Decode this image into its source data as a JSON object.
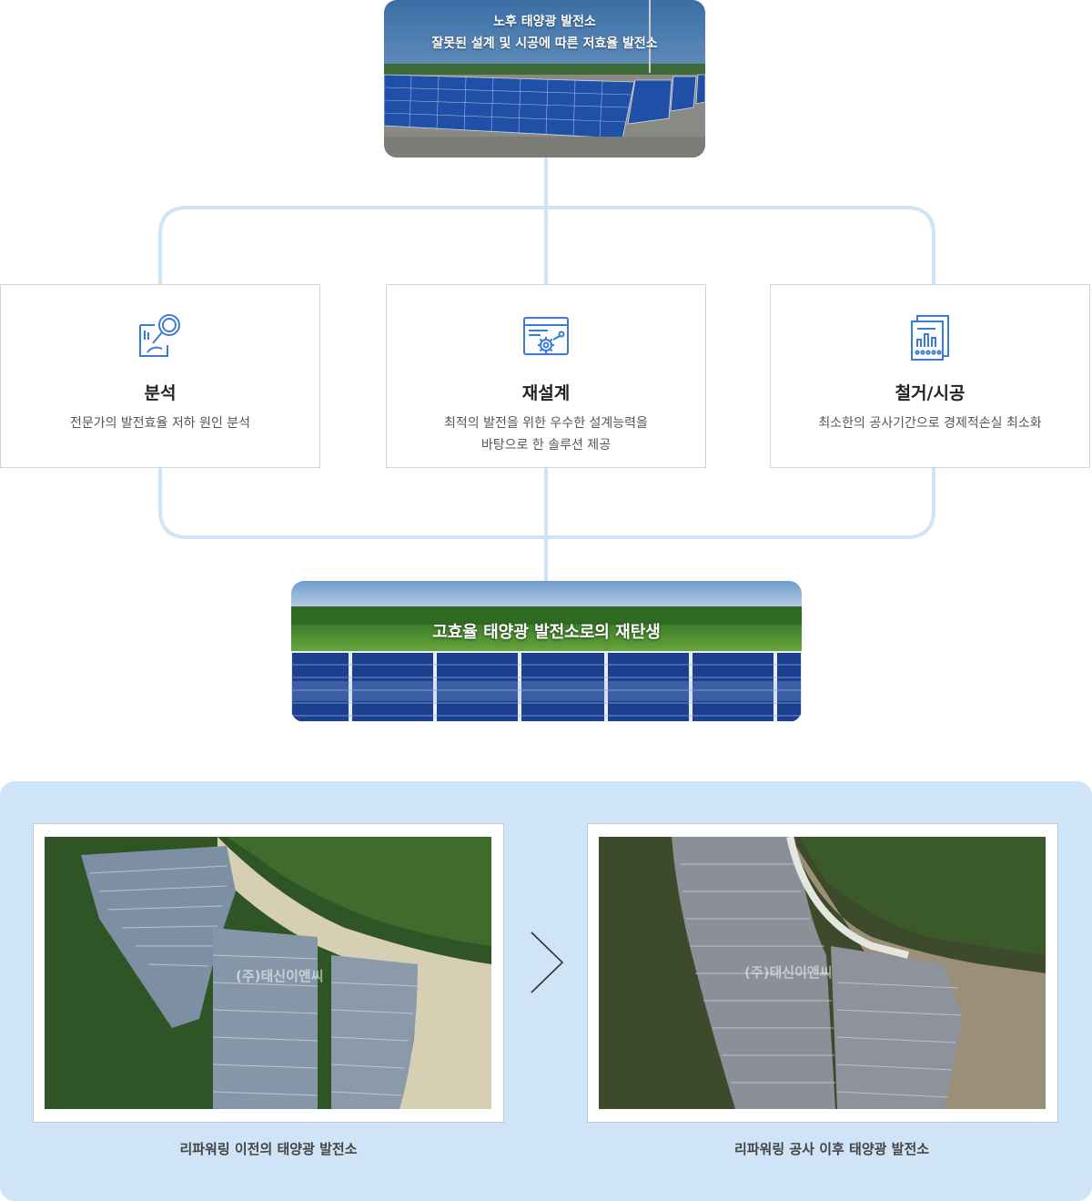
{
  "top": {
    "line1": "노후 태양광 발전소",
    "line2": "잘못된 설계 및 시공에 따른 저효율 발전소"
  },
  "steps": [
    {
      "icon": "analysis-magnifier-icon",
      "title": "분석",
      "desc_line1": "전문가의 발전효율 저하 원인 분석",
      "desc_line2": ""
    },
    {
      "icon": "redesign-gear-icon",
      "title": "재설계",
      "desc_line1": "최적의 발전을 위한 우수한 설계능력을",
      "desc_line2": "바탕으로 한 솔루션 제공"
    },
    {
      "icon": "construction-chart-icon",
      "title": "철거/시공",
      "desc_line1": "최소한의 공사기간으로 경제적손실 최소화",
      "desc_line2": ""
    }
  ],
  "result": {
    "title": "고효율 태양광 발전소로의 재탄생"
  },
  "comparison": {
    "before_caption": "리파워링 이전의 태양광 발전소",
    "after_caption": "리파워링 공사 이후 태양광 발전소",
    "watermark": "(주)태신이앤씨"
  },
  "colors": {
    "connector": "#cfe4f6",
    "panel": "#cfe4f6",
    "icon_blue": "#3a7bd5"
  }
}
